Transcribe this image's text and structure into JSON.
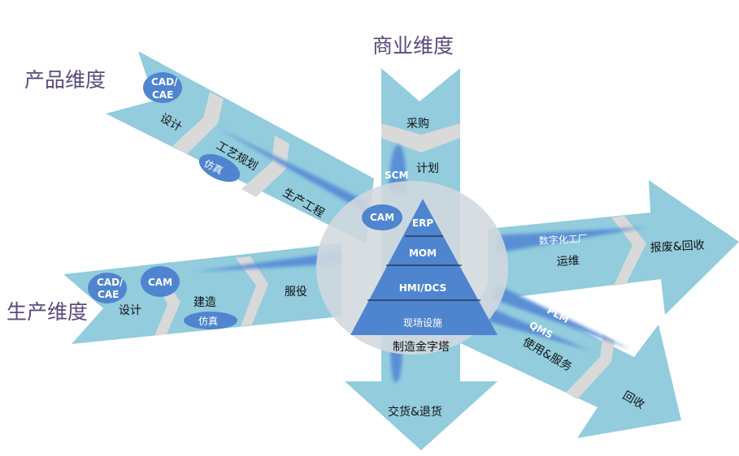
{
  "colors": {
    "arrow": "#92ccdd",
    "chevron": "#d9d9d9",
    "accent": "#5a8fd6",
    "badge": "#4f85cf",
    "circle": "#d3d8de",
    "title": "#5b4a7e"
  },
  "dimensions": {
    "product": "产品维度",
    "business": "商业维度",
    "production": "生产维度"
  },
  "product_arrow": {
    "stages": [
      "设计",
      "工艺规划",
      "生产工程"
    ],
    "badges": [
      "CAD/",
      "CAE",
      "仿真"
    ]
  },
  "business_arrow": {
    "stages": [
      "采购",
      "计划",
      "交货&退货"
    ],
    "badges": [
      "SCM"
    ]
  },
  "production_arrow": {
    "stages": [
      "设计",
      "建造",
      "服役",
      "运维",
      "报废&回收"
    ],
    "badges": [
      "CAD/",
      "CAE",
      "CAM",
      "仿真",
      "数字化工厂"
    ]
  },
  "lifecycle_arrow": {
    "stages": [
      "使用&服务",
      "回收"
    ],
    "badges": [
      "PLM",
      "QMS"
    ]
  },
  "pyramid": {
    "cam_badge": "CAM",
    "levels": [
      "ERP",
      "MOM",
      "HMI/DCS",
      "现场设施"
    ],
    "caption": "制造金字塔"
  }
}
